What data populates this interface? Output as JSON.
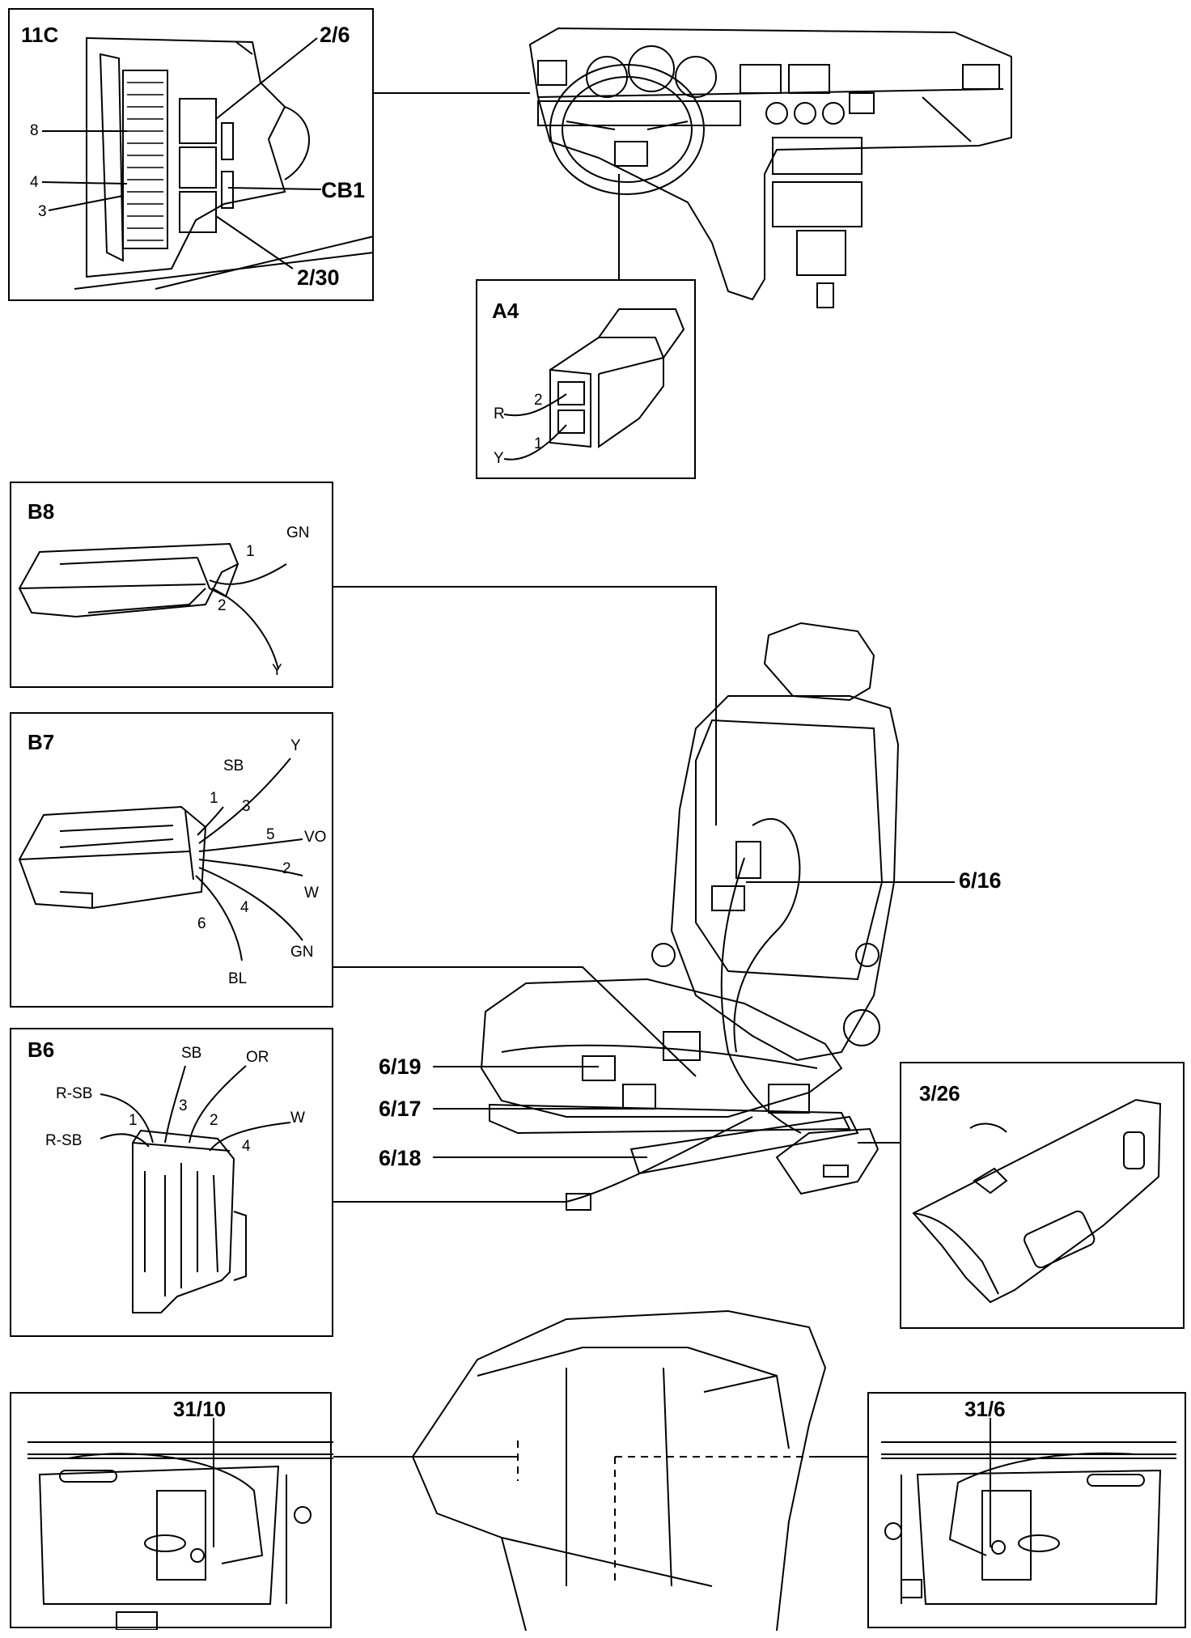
{
  "panels": {
    "p11c": {
      "title": "11C",
      "labels": [
        "8",
        "4",
        "3"
      ],
      "callouts": {
        "a": "2/6",
        "b": "CB1",
        "c": "2/30"
      }
    },
    "a4": {
      "title": "A4",
      "pins": [
        "2",
        "1"
      ],
      "wires": [
        "R",
        "Y"
      ]
    },
    "b8": {
      "title": "B8",
      "pins": [
        "1",
        "2"
      ],
      "wires": [
        "GN",
        "Y"
      ]
    },
    "b7": {
      "title": "B7",
      "pins": [
        "1",
        "3",
        "5",
        "2",
        "4",
        "6"
      ],
      "wires": [
        "SB",
        "Y",
        "VO",
        "W",
        "GN",
        "BL"
      ]
    },
    "b6": {
      "title": "B6",
      "pins": [
        "1",
        "3",
        "2",
        "4"
      ],
      "wires": [
        "R-SB",
        "R-SB",
        "SB",
        "OR",
        "W"
      ]
    },
    "p326": {
      "title": "3/26"
    },
    "p3110": {
      "title": "31/10"
    },
    "p316": {
      "title": "31/6"
    }
  },
  "seat_callouts": [
    "6/16",
    "6/19",
    "6/17",
    "6/18"
  ]
}
